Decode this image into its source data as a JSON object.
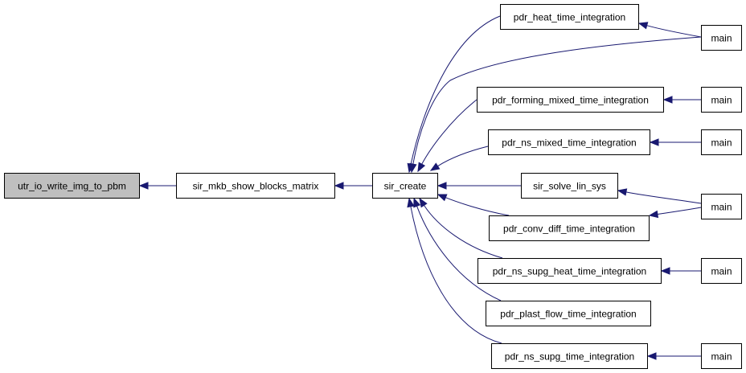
{
  "graph": {
    "colors": {
      "edge": "#191970",
      "node_fill": "#ffffff",
      "highlight_fill": "#bfbfbf",
      "border": "#000000"
    },
    "nodes": [
      {
        "id": "utr",
        "label": "utr_io_write_img_to_pbm",
        "highlight": true
      },
      {
        "id": "mkb",
        "label": "sir_mkb_show_blocks_matrix"
      },
      {
        "id": "create",
        "label": "sir_create"
      },
      {
        "id": "heat",
        "label": "pdr_heat_time_integration"
      },
      {
        "id": "forming",
        "label": "pdr_forming_mixed_time_integration"
      },
      {
        "id": "nsmixed",
        "label": "pdr_ns_mixed_time_integration"
      },
      {
        "id": "solve",
        "label": "sir_solve_lin_sys"
      },
      {
        "id": "conv",
        "label": "pdr_conv_diff_time_integration"
      },
      {
        "id": "supgheat",
        "label": "pdr_ns_supg_heat_time_integration"
      },
      {
        "id": "plast",
        "label": "pdr_plast_flow_time_integration"
      },
      {
        "id": "supg",
        "label": "pdr_ns_supg_time_integration"
      },
      {
        "id": "main1",
        "label": "main"
      },
      {
        "id": "main2",
        "label": "main"
      },
      {
        "id": "main3",
        "label": "main"
      },
      {
        "id": "main4",
        "label": "main"
      },
      {
        "id": "main5",
        "label": "main"
      },
      {
        "id": "main6",
        "label": "main"
      }
    ],
    "edges": [
      {
        "from": "mkb",
        "to": "utr"
      },
      {
        "from": "create",
        "to": "mkb"
      },
      {
        "from": "heat",
        "to": "create"
      },
      {
        "from": "main1",
        "to": "create"
      },
      {
        "from": "forming",
        "to": "create"
      },
      {
        "from": "nsmixed",
        "to": "create"
      },
      {
        "from": "solve",
        "to": "create"
      },
      {
        "from": "conv",
        "to": "create"
      },
      {
        "from": "supgheat",
        "to": "create"
      },
      {
        "from": "plast",
        "to": "create"
      },
      {
        "from": "supg",
        "to": "create"
      },
      {
        "from": "main1",
        "to": "heat"
      },
      {
        "from": "main2",
        "to": "forming"
      },
      {
        "from": "main3",
        "to": "nsmixed"
      },
      {
        "from": "main4",
        "to": "solve"
      },
      {
        "from": "main4",
        "to": "conv"
      },
      {
        "from": "main5",
        "to": "supgheat"
      },
      {
        "from": "main6",
        "to": "supg"
      }
    ]
  }
}
